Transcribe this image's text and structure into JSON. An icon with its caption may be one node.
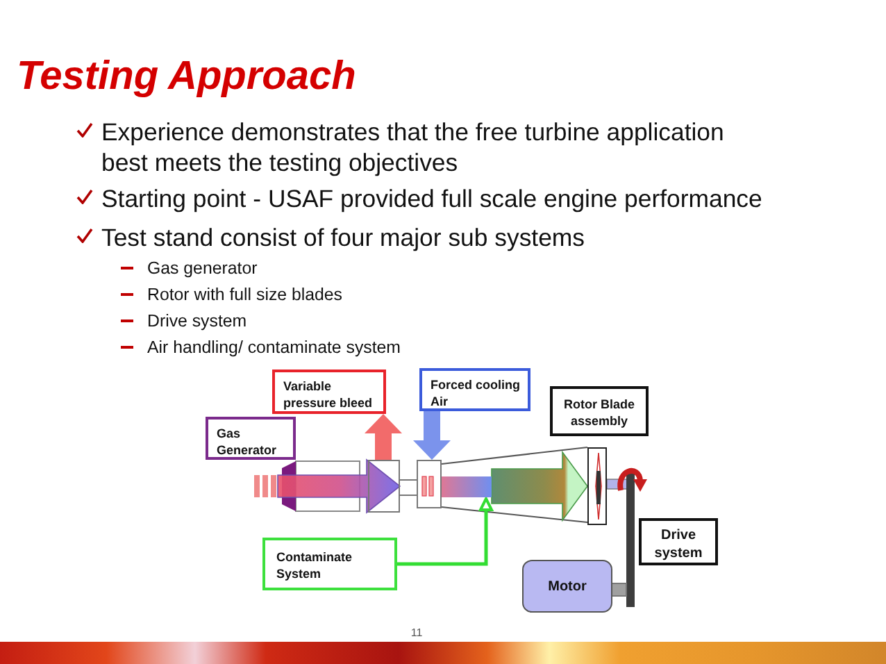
{
  "diagram": {
    "title": "Testing Approach",
    "nodes": [
      {
        "text": [
          "Variable pressure bleed"
        ]
      },
      {
        "text": [
          "Forced cooling Air"
        ]
      },
      {
        "text": [
          "Rotor Blade assembly"
        ]
      },
      {
        "text": [
          "Gas Generator"
        ]
      },
      {
        "text": [
          "Contaminate System"
        ]
      },
      {
        "text": [
          "Drive system"
        ]
      },
      {
        "text": [
          "Motor"
        ]
      },
      {
        "text": [],
        "shape": "box"
      },
      {
        "text": [],
        "shape": "tube"
      },
      {
        "text": [],
        "shape": "box"
      },
      {
        "text": [],
        "shape": "bar"
      },
      {
        "text": [],
        "shape": "box"
      }
    ],
    "edges": [
      {
        "from": 7,
        "to": 0,
        "arrow": "to",
        "style": "thick",
        "color": "#f26b6b"
      },
      {
        "from": 1,
        "to": 9,
        "arrow": "to",
        "style": "thick",
        "color": "#7b93ec"
      },
      {
        "from": 4,
        "to": 10,
        "arrow": "to",
        "color": "#33dd33"
      },
      {
        "from": null,
        "to": 7,
        "arrow": "to",
        "style": "thick",
        "color": "#6e62e6"
      },
      {
        "from": 10,
        "to": 11,
        "arrow": "to",
        "style": "thick",
        "color": "#c4f4c4"
      }
    ],
    "labels": [
      "Experience demonstrates that the free turbine application best meets the testing objectives",
      "Starting point - USAF provided full scale engine performance",
      "Test stand consist of four major sub systems",
      "Gas generator",
      "Rotor with full size blades",
      "Drive system",
      "Air handling/ contaminate system",
      "11"
    ]
  }
}
